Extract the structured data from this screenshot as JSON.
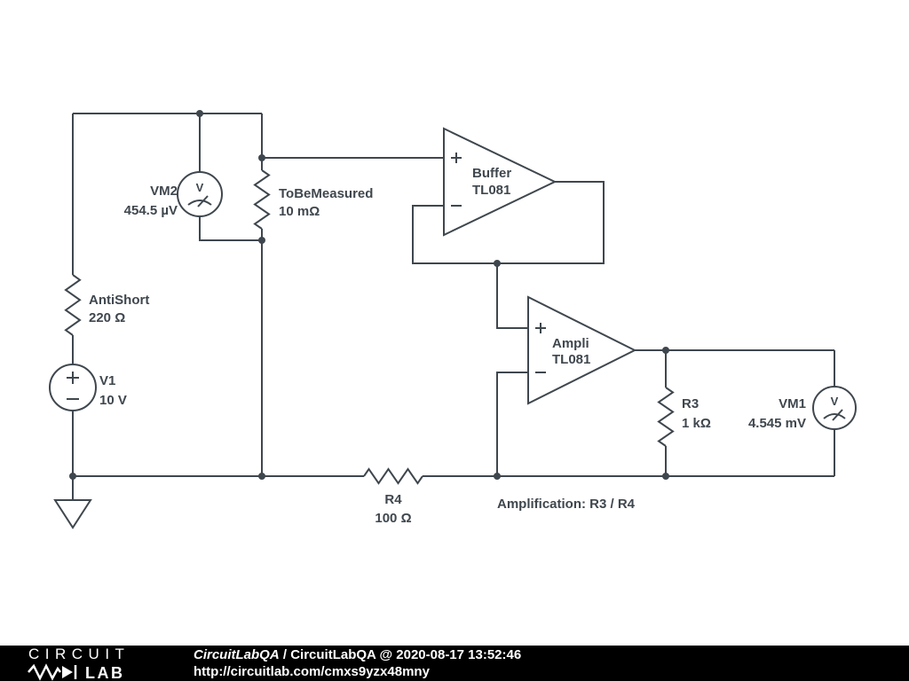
{
  "schematic": {
    "colors": {
      "wire": "#3f474e",
      "background": "#ffffff"
    },
    "components": {
      "vm2": {
        "label": "VM2",
        "value": "454.5 µV",
        "glyph": "V"
      },
      "tobemeasured": {
        "label": "ToBeMeasured",
        "value": "10 mΩ"
      },
      "antishort": {
        "label": "AntiShort",
        "value": "220 Ω"
      },
      "v1": {
        "label": "V1",
        "value": "10 V"
      },
      "buffer": {
        "label": "Buffer",
        "part": "TL081"
      },
      "ampli": {
        "label": "Ampli",
        "part": "TL081"
      },
      "r3": {
        "label": "R3",
        "value": "1 kΩ"
      },
      "vm1": {
        "label": "VM1",
        "value": "4.545 mV",
        "glyph": "V"
      },
      "r4": {
        "label": "R4",
        "value": "100 Ω"
      }
    },
    "annotation": "Amplification: R3 / R4"
  },
  "footer": {
    "colors": {
      "background": "#000000",
      "text": "#ffffff"
    },
    "logo": {
      "line1": "CIRCUIT",
      "line2": "LAB"
    },
    "credit_author": "CircuitLabQA",
    "credit_rest": " / CircuitLabQA @ 2020-08-17 13:52:46",
    "url": "http://circuitlab.com/cmxs9yzx48mny"
  }
}
